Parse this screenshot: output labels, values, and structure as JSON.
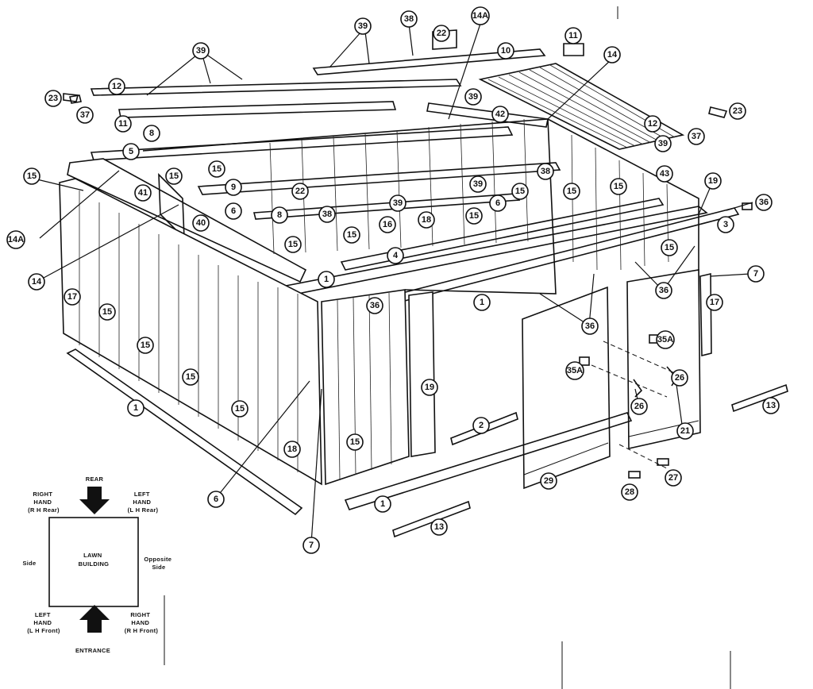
{
  "callouts": [
    "1",
    "2",
    "3",
    "4",
    "5",
    "6",
    "7",
    "8",
    "9",
    "10",
    "11",
    "12",
    "13",
    "14",
    "14A",
    "15",
    "16",
    "17",
    "18",
    "19",
    "21",
    "22",
    "23",
    "26",
    "27",
    "28",
    "29",
    "35A",
    "36",
    "37",
    "38",
    "39",
    "40",
    "41",
    "42",
    "43"
  ],
  "legend": {
    "rear": "REAR",
    "right_hand_rear": [
      "RIGHT",
      "HAND",
      "(R H Rear)"
    ],
    "left_hand_rear": [
      "LEFT",
      "HAND",
      "(L H Rear)"
    ],
    "center": [
      "LAWN",
      "BUILDING"
    ],
    "side": "Side",
    "opposite_side": [
      "Opposite",
      "Side"
    ],
    "left_hand_front": [
      "LEFT",
      "HAND",
      "(L H Front)"
    ],
    "right_hand_front": [
      "RIGHT",
      "HAND",
      "(R H Front)"
    ],
    "entrance": "ENTRANCE"
  }
}
